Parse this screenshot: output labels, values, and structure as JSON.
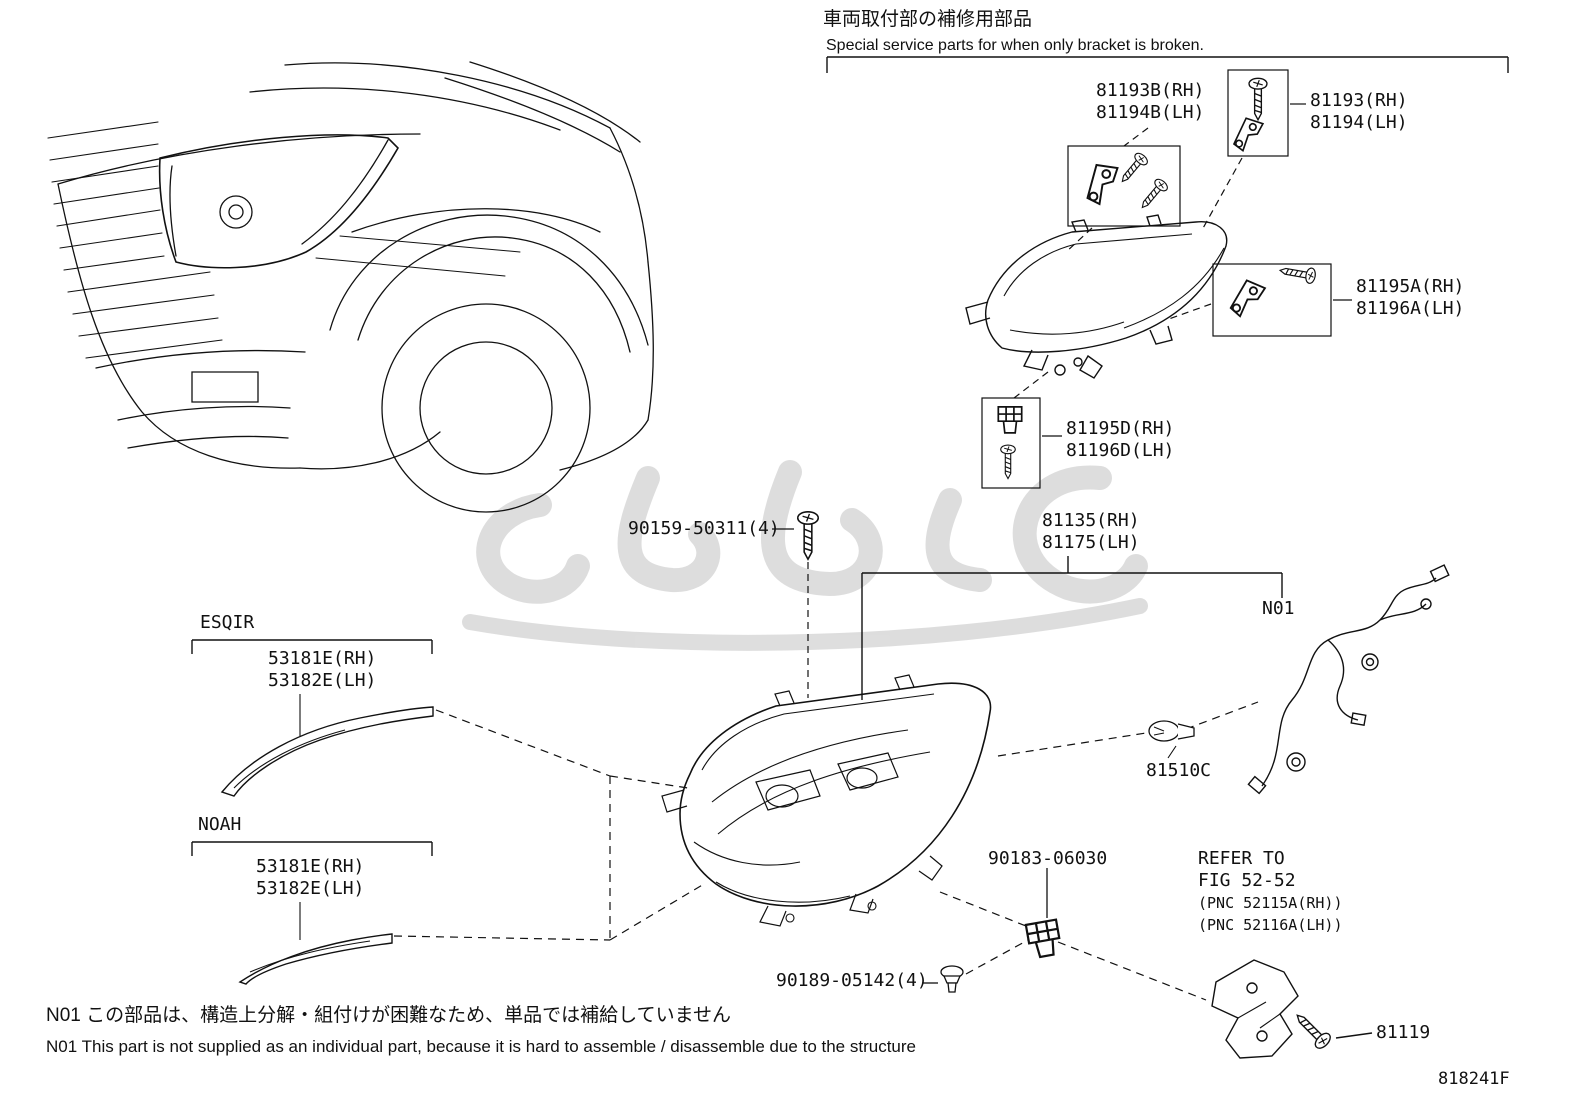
{
  "doc": {
    "page_code": "818241F",
    "service_note_jp": "車両取付部の補修用部品",
    "service_note_en": "Special service parts for when only bracket is broken.",
    "footnote_jp": "N01 この部品は、構造上分解・組付けが困難なため、単品では補給していません",
    "footnote_en": "N01 This part is not supplied as an individual part, because it is hard to assemble / disassemble due to the structure",
    "n01_flag": "N01",
    "model_esquire": "ESQIR",
    "model_noah": "NOAH",
    "refer_to": [
      "REFER TO",
      "FIG 52-52",
      "(PNC 52115A(RH))",
      "(PNC 52116A(LH))"
    ]
  },
  "parts": {
    "bracket_sub": [
      "81193B(RH)",
      "81194B(LH)"
    ],
    "bracket_main": [
      "81193(RH)",
      "81194(LH)"
    ],
    "bracket_a": [
      "81195A(RH)",
      "81196A(LH)"
    ],
    "bracket_d": [
      "81195D(RH)",
      "81196D(LH)"
    ],
    "headlamp_assy": [
      "81135(RH)",
      "81175(LH)"
    ],
    "screw_top": "90159-50311(4)",
    "garnish_esquire": [
      "53181E(RH)",
      "53182E(LH)"
    ],
    "garnish_noah": [
      "53181E(RH)",
      "53182E(LH)"
    ],
    "bulb": "81510C",
    "clip": "90183-06030",
    "screw_bottom": "90189-05142(4)",
    "screw_bracket": "81119"
  },
  "colors": {
    "line": "#111111",
    "watermark": "#c3c3c3",
    "background": "#ffffff"
  }
}
